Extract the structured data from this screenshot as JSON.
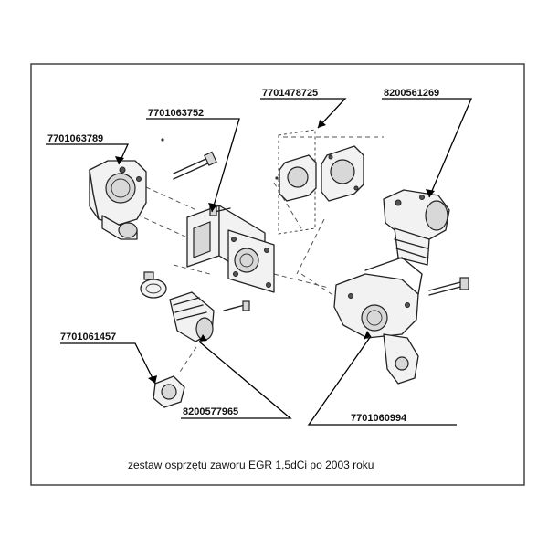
{
  "labels": {
    "p_7701063789": "7701063789",
    "p_7701063752": "7701063752",
    "p_7701478725": "7701478725",
    "p_8200561269": "8200561269",
    "p_7701061457": "7701061457",
    "p_8200577965": "8200577965",
    "p_7701060994": "7701060994"
  },
  "caption": "zestaw osprzętu zaworu EGR 1,5dCi po 2003 roku"
}
